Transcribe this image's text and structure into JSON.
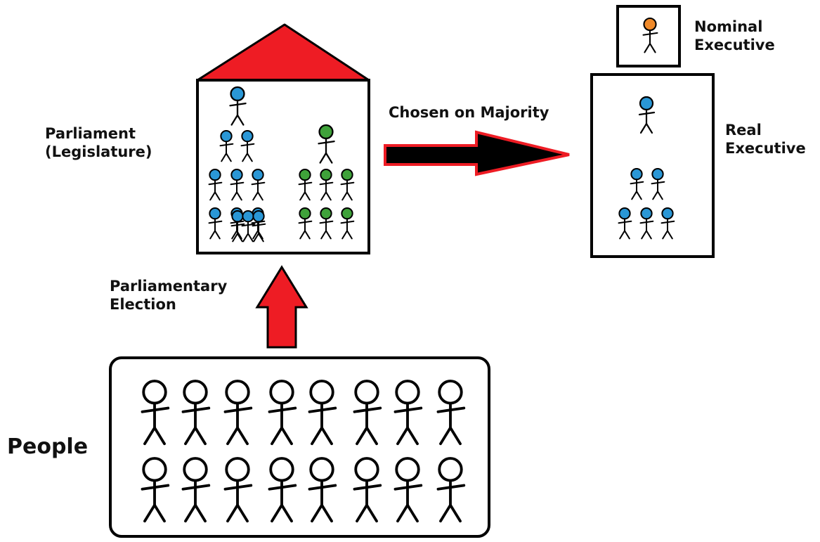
{
  "labels": {
    "parliament": {
      "line1": "Parliament",
      "line2": "(Legislature)"
    },
    "chosen_on_majority": "Chosen on Majority",
    "nominal_executive": {
      "line1": "Nominal",
      "line2": "Executive"
    },
    "real_executive": {
      "line1": "Real",
      "line2": "Executive"
    },
    "parliamentary_election": {
      "line1": "Parliamentary",
      "line2": "Election"
    },
    "people": "People"
  },
  "figures": {
    "parliament_members": {
      "blue": 12,
      "green": 7
    },
    "real_executive_members": 6,
    "nominal_executive_members": 1,
    "people": 16
  },
  "colors": {
    "roof": "#ee1c24",
    "election_arrow": "#ee1c24",
    "majority_arrow_fill": "#000000",
    "majority_arrow_outline": "#ee1c24",
    "majority_party": "#2a97d6",
    "opposition_party": "#3fa23a",
    "nominal_executive": "#f08a2a",
    "outline": "#000000"
  }
}
